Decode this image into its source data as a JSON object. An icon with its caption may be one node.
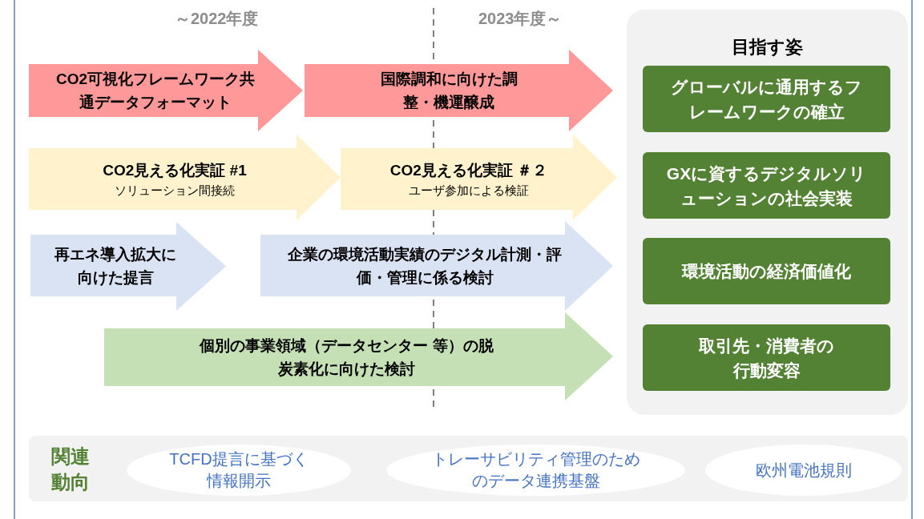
{
  "diagram": {
    "nodes": [
      {
        "text": [
          "CO2可視化フレームワーク共通データフォーマット"
        ]
      },
      {
        "text": [
          "国際調和に向けた調整・機運醸成"
        ]
      },
      {
        "text": [
          "CO2見える化実証 #1",
          "ソリューション間接続"
        ]
      },
      {
        "text": [
          "CO2見える化実証 ＃２",
          "ユーザ参加による検証"
        ]
      },
      {
        "text": [
          "再エネ導入拡大に向けた提言"
        ]
      },
      {
        "text": [
          "企業の環境活動実績のデジタル計測・評価・管理に係る検討"
        ]
      },
      {
        "text": [
          "個別の事業領域（データセンター 等）の脱炭素化に向けた検討"
        ]
      },
      {
        "text": [
          "目指す姿"
        ]
      },
      {
        "text": [
          "グローバルに通用するフレームワークの確立"
        ],
        "in": 7
      },
      {
        "text": [
          "GXに資するデジタルソリューションの社会実装"
        ],
        "in": 7
      },
      {
        "text": [
          "環境活動の経済価値化"
        ],
        "in": 7
      },
      {
        "text": [
          "取引先・消費者の行動変容"
        ],
        "in": 7
      },
      {
        "text": [
          "関連動向"
        ]
      },
      {
        "text": [
          "TCFD提言に基づく情報開示"
        ],
        "in": 12
      },
      {
        "text": [
          "トレーサビリティ管理のためのデータ連携基盤"
        ],
        "in": 12
      },
      {
        "text": [
          "欧州電池規則"
        ],
        "in": 12
      }
    ],
    "labels": [
      "～2022年度",
      "2023年度～"
    ]
  }
}
